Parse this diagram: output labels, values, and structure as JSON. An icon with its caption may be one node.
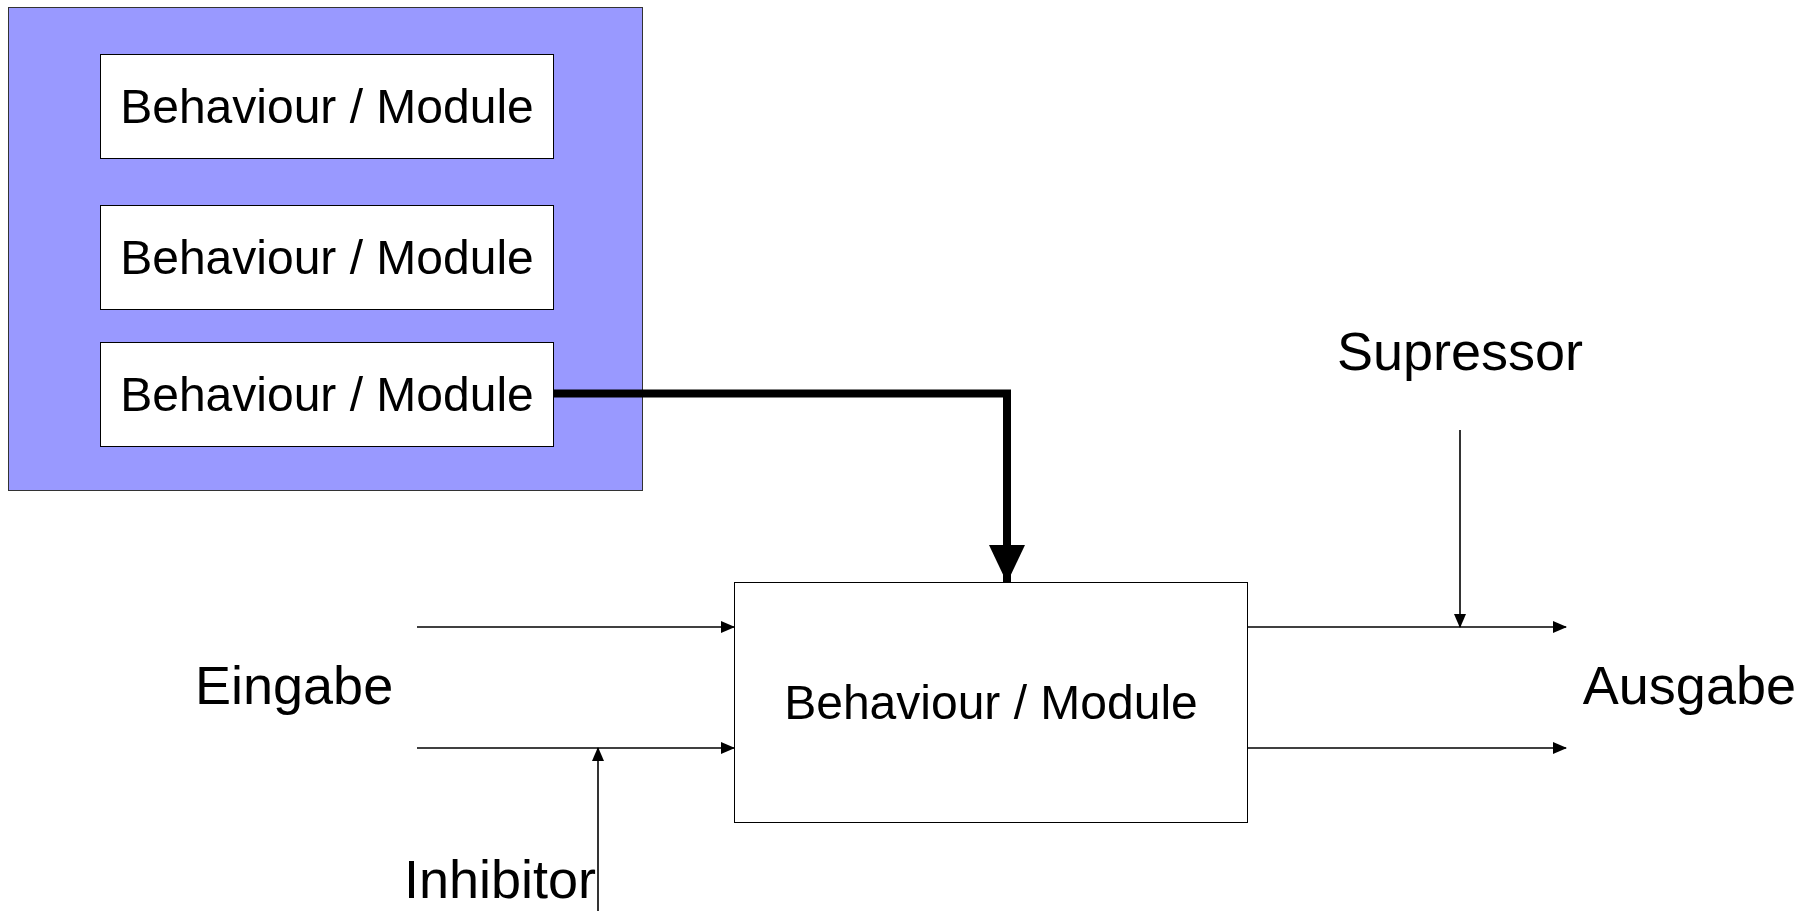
{
  "diagram": {
    "nodes": [
      {
        "text": [],
        "shape": "box"
      },
      {
        "text": [
          "Behaviour / Module"
        ],
        "in": 0
      },
      {
        "text": [
          "Behaviour / Module"
        ],
        "in": 0
      },
      {
        "text": [
          "Behaviour / Module"
        ],
        "in": 0
      },
      {
        "text": [
          "Behaviour / Module"
        ]
      },
      {
        "text": [
          "Eingabe"
        ]
      },
      {
        "text": [
          "Ausgabe"
        ]
      },
      {
        "text": [
          "Supressor"
        ]
      },
      {
        "text": [
          "Inhibitor"
        ]
      }
    ],
    "edges": [
      {
        "from": 3,
        "to": 4,
        "arrow": "to",
        "style": "thick"
      },
      {
        "from": 5,
        "to": 4,
        "arrow": "to"
      },
      {
        "from": 5,
        "to": 4,
        "arrow": "to"
      },
      {
        "from": 4,
        "to": 6,
        "arrow": "to"
      },
      {
        "from": 4,
        "to": 6,
        "arrow": "to"
      },
      {
        "from": 7,
        "to": null,
        "arrow": "to"
      },
      {
        "from": 8,
        "to": null,
        "arrow": "to"
      }
    ]
  }
}
